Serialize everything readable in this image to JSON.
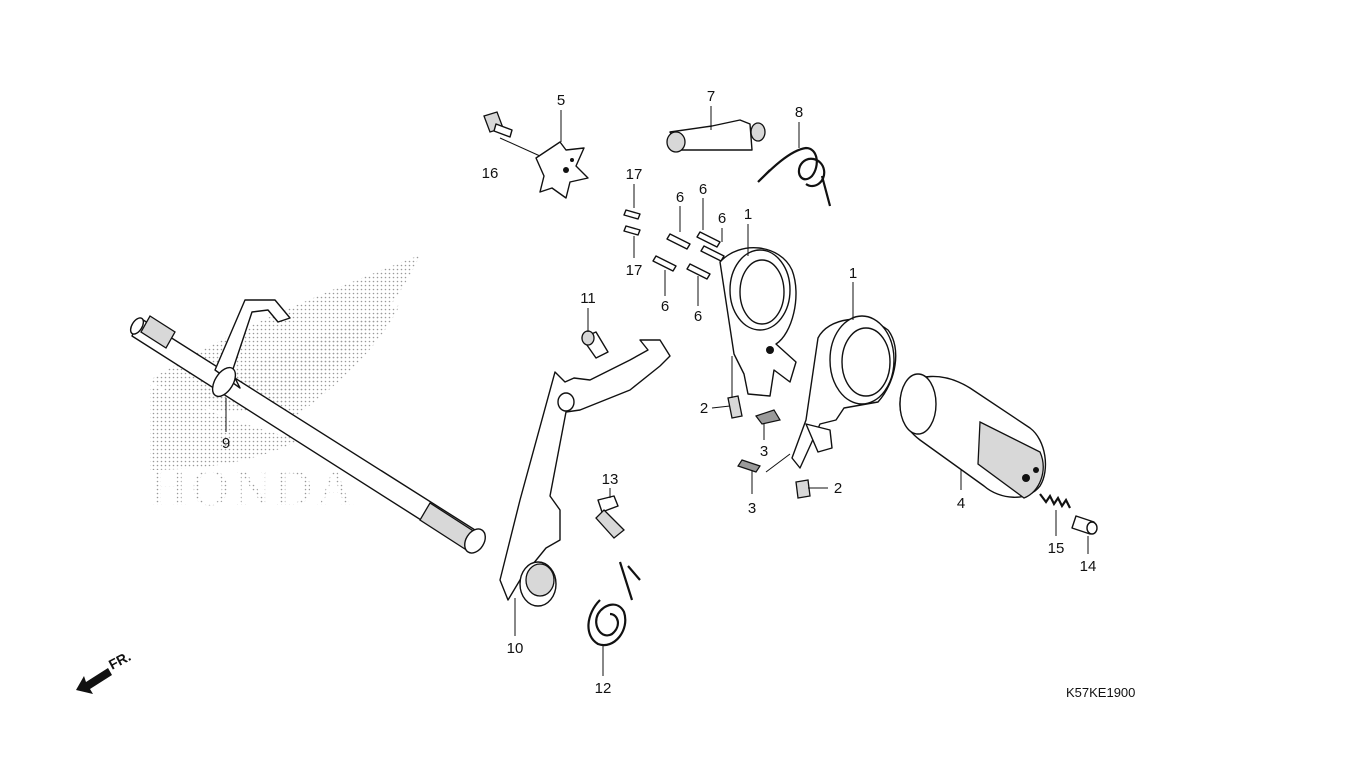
{
  "diagram_code": "K57KE1900",
  "direction_label": "FR.",
  "watermark_text": "HONDA",
  "callouts": {
    "c1a": "1",
    "c1b": "1",
    "c2a": "2",
    "c2b": "2",
    "c3a": "3",
    "c3b": "3",
    "c4": "4",
    "c5": "5",
    "c6a": "6",
    "c6b": "6",
    "c6c": "6",
    "c6d": "6",
    "c6e": "6",
    "c7": "7",
    "c8": "8",
    "c9": "9",
    "c10": "10",
    "c11": "11",
    "c12": "12",
    "c13": "13",
    "c14": "14",
    "c15": "15",
    "c16": "16",
    "c17a": "17",
    "c17b": "17"
  },
  "colors": {
    "line": "#111111",
    "watermark_dots": "#9a9a9a",
    "background": "#ffffff"
  }
}
